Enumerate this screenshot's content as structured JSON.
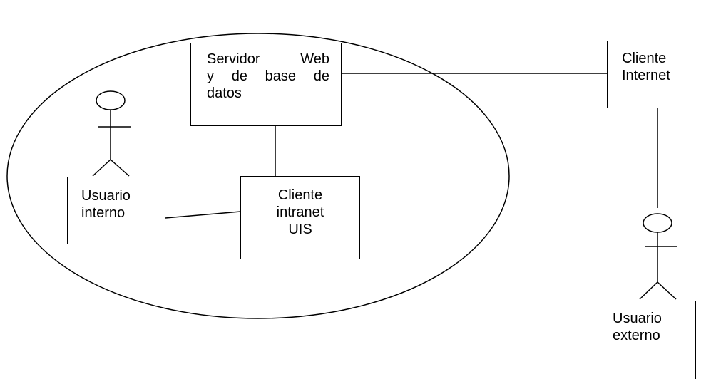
{
  "nodes": {
    "servidor": {
      "lines": [
        "Servidor Web",
        "y de base de",
        "datos"
      ]
    },
    "cliente_intranet": {
      "lines": [
        "Cliente",
        "intranet",
        "UIS"
      ]
    },
    "usuario_interno": {
      "lines": [
        "Usuario",
        "interno"
      ]
    },
    "cliente_internet": {
      "lines": [
        "Cliente",
        "Internet"
      ]
    },
    "usuario_externo": {
      "lines": [
        "Usuario",
        "externo"
      ]
    }
  },
  "actors": [
    {
      "name": "usuario-interno-actor",
      "role": "stick-figure"
    },
    {
      "name": "usuario-externo-actor",
      "role": "stick-figure"
    }
  ],
  "connections": [
    {
      "from": "servidor",
      "to": "cliente_internet"
    },
    {
      "from": "servidor",
      "to": "cliente_intranet"
    },
    {
      "from": "usuario_interno",
      "to": "cliente_intranet"
    },
    {
      "from": "cliente_internet",
      "to": "usuario_externo"
    }
  ],
  "colors": {
    "stroke": "#000000",
    "background": "#ffffff"
  }
}
